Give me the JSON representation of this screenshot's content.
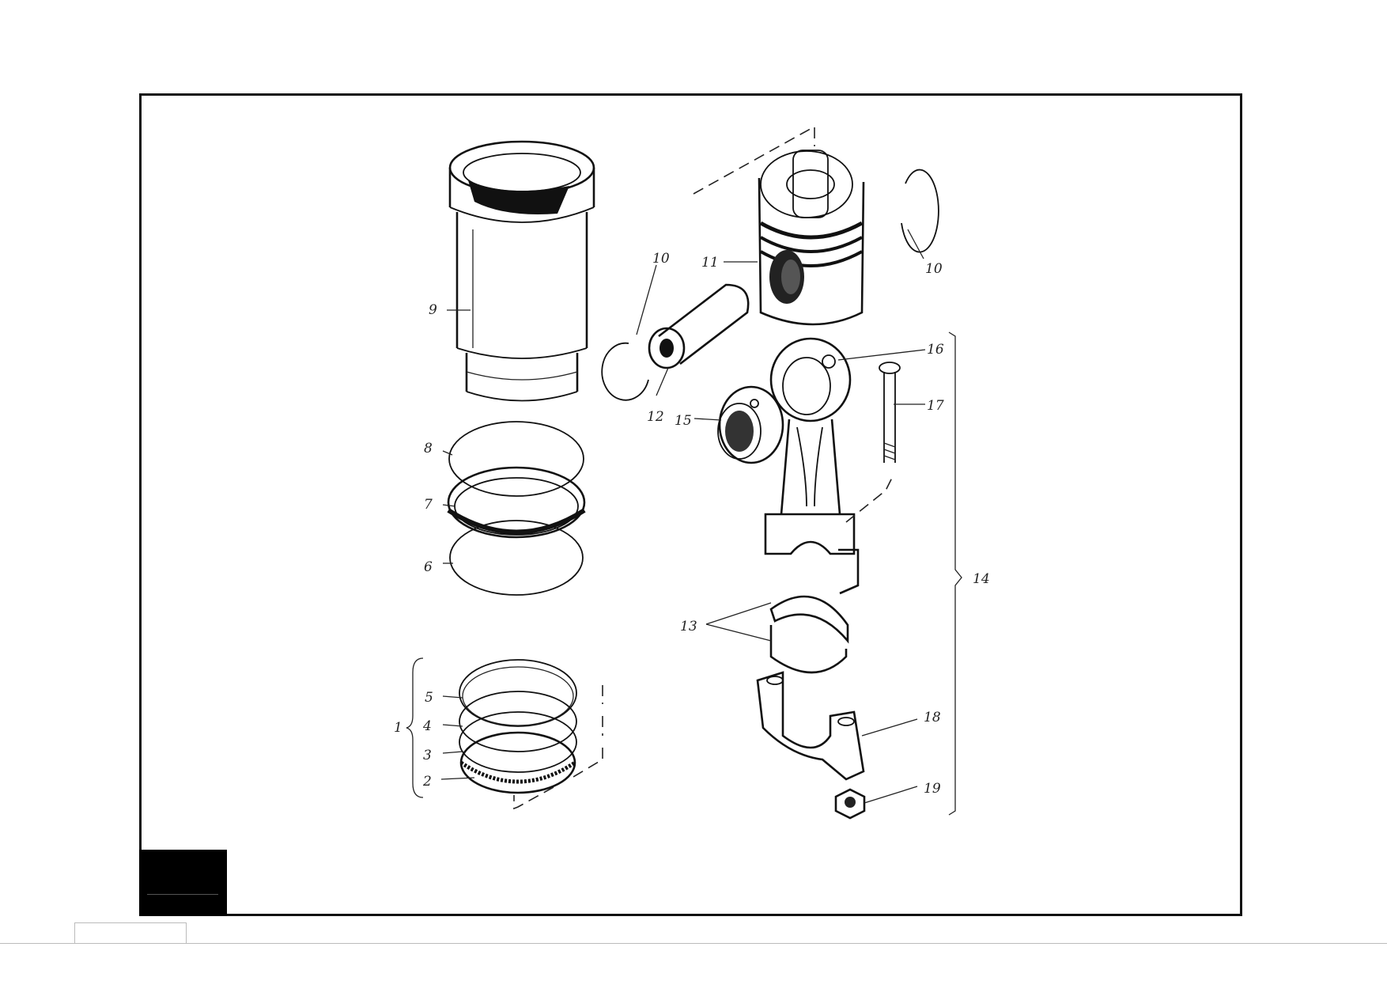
{
  "labels": {
    "l1": "1",
    "l2": "2",
    "l3": "3",
    "l4": "4",
    "l5": "5",
    "l6": "6",
    "l7": "7",
    "l8": "8",
    "l9": "9",
    "l10a": "10",
    "l10b": "10",
    "l11": "11",
    "l12": "12",
    "l13": "13",
    "l14": "14",
    "l15": "15",
    "l16": "16",
    "l17": "17",
    "l18": "18",
    "l19": "19"
  },
  "parts": [
    {
      "id": 1,
      "name": "piston-ring-set"
    },
    {
      "id": 2,
      "name": "oil-control-ring"
    },
    {
      "id": 3,
      "name": "compression-ring"
    },
    {
      "id": 4,
      "name": "compression-ring"
    },
    {
      "id": 5,
      "name": "top-compression-ring"
    },
    {
      "id": 6,
      "name": "seal-ring"
    },
    {
      "id": 7,
      "name": "seal-ring"
    },
    {
      "id": 8,
      "name": "seal-ring"
    },
    {
      "id": 9,
      "name": "cylinder-liner"
    },
    {
      "id": 10,
      "name": "retaining-circlip"
    },
    {
      "id": 11,
      "name": "piston"
    },
    {
      "id": 12,
      "name": "piston-pin"
    },
    {
      "id": 13,
      "name": "bearing-shells"
    },
    {
      "id": 14,
      "name": "connecting-rod-assembly"
    },
    {
      "id": 15,
      "name": "small-end-bushing"
    },
    {
      "id": 16,
      "name": "connecting-rod"
    },
    {
      "id": 17,
      "name": "connecting-rod-bolt"
    },
    {
      "id": 18,
      "name": "rod-cap"
    },
    {
      "id": 19,
      "name": "nut"
    }
  ]
}
